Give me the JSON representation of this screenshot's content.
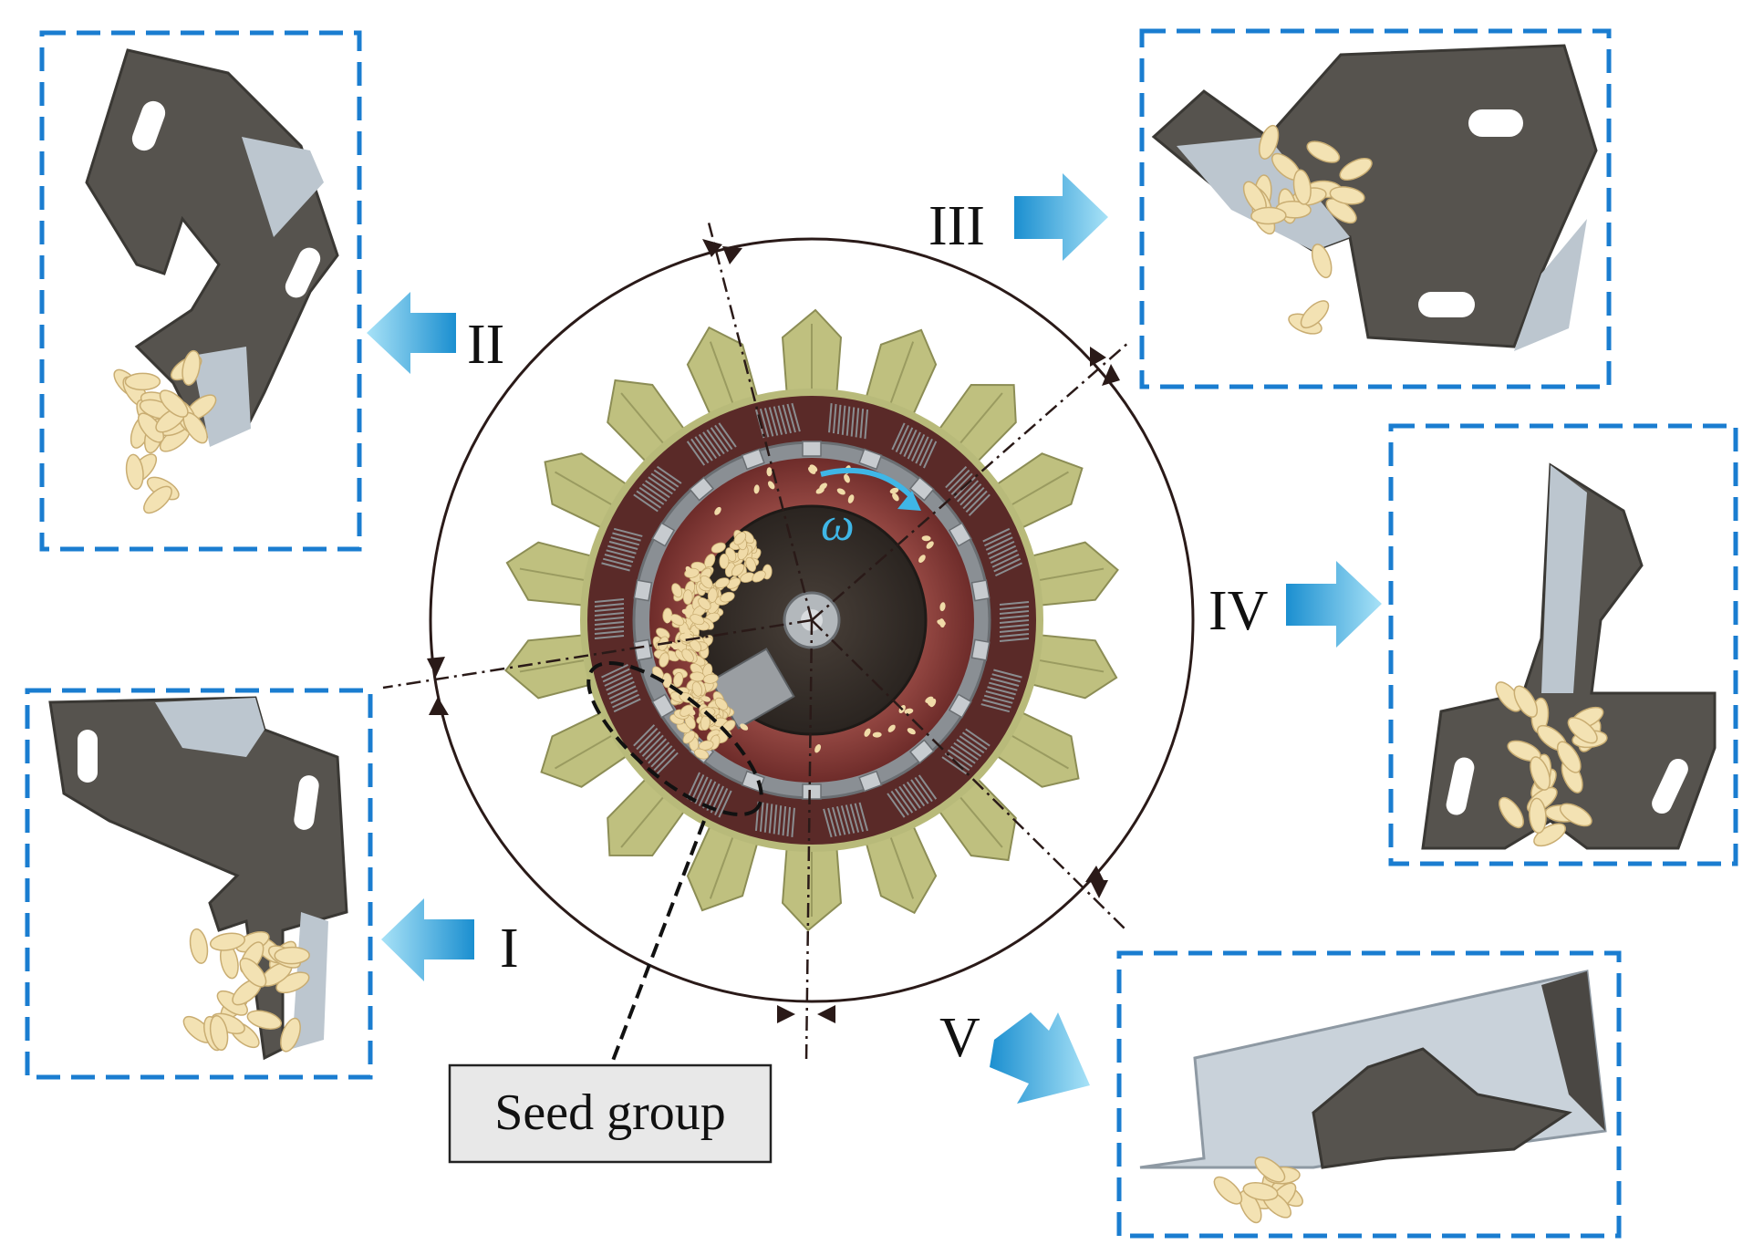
{
  "diagram": {
    "center_label": "ω",
    "callout": "Seed group",
    "stages": [
      {
        "id": "I",
        "label": "I"
      },
      {
        "id": "II",
        "label": "II"
      },
      {
        "id": "III",
        "label": "III"
      },
      {
        "id": "IV",
        "label": "IV"
      },
      {
        "id": "V",
        "label": "V"
      }
    ],
    "colors": {
      "panel_border": "#1a7dd0",
      "arrow": "#36ace3",
      "metal_dark": "#56534e",
      "metal_light": "#bcc6cf",
      "seed": "#f1dfb0",
      "disc_red": "#8a3f3c",
      "disc_center": "#3a332e",
      "blade": "#b8ba7a",
      "spring": "#6b6e72",
      "circle_line": "#2a1a18"
    }
  }
}
